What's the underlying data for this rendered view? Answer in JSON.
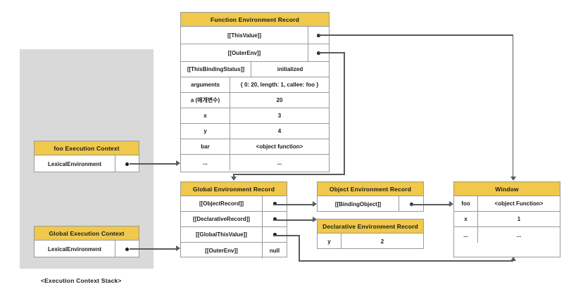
{
  "diagram": {
    "caption": "<Execution Context Stack>",
    "colors": {
      "header": "#EFC84C",
      "panel": "#D9D9D9",
      "border": "#9A9A9A",
      "line": "#555B5E",
      "text": "#1A1A1A"
    }
  },
  "function_environment_record": {
    "title": "Function Environment Record",
    "rows": [
      {
        "key": "[[ThisValue]]",
        "value": "",
        "pointer": true
      },
      {
        "key": "[[OuterEnv]]",
        "value": "",
        "pointer": true
      },
      {
        "key": "[[ThisBindingStatus]]",
        "value": "initialized",
        "pointer": false
      },
      {
        "key": "arguments",
        "value": "{ 0: 20, length: 1, callee: foo }",
        "pointer": false
      },
      {
        "key": "a (매개변수)",
        "value": "20",
        "pointer": false
      },
      {
        "key": "x",
        "value": "3",
        "pointer": false
      },
      {
        "key": "y",
        "value": "4",
        "pointer": false
      },
      {
        "key": "bar",
        "value": "<object function>",
        "pointer": false
      },
      {
        "key": "...",
        "value": "...",
        "pointer": false
      }
    ]
  },
  "global_environment_record": {
    "title": "Global Environment Record",
    "rows": [
      {
        "key": "[[ObjectRecord]]",
        "value": "",
        "pointer": true
      },
      {
        "key": "[[DeclarativeRecord]]",
        "value": "",
        "pointer": true
      },
      {
        "key": "[[GlobalThisValue]]",
        "value": "",
        "pointer": true
      },
      {
        "key": "[[OuterEnv]]",
        "value": "null",
        "pointer": false
      }
    ]
  },
  "object_environment_record": {
    "title": "Object Environment Record",
    "rows": [
      {
        "key": "[[BindingObject]]",
        "value": "",
        "pointer": true
      }
    ]
  },
  "declarative_environment_record": {
    "title": "Declarative Environment Record",
    "rows": [
      {
        "key": "y",
        "value": "2",
        "pointer": false
      }
    ]
  },
  "window_object": {
    "title": "Window",
    "rows": [
      {
        "key": "foo",
        "value": "<object Function>",
        "pointer": false
      },
      {
        "key": "x",
        "value": "1",
        "pointer": false
      },
      {
        "key": "...",
        "value": "...",
        "pointer": false
      }
    ]
  },
  "execution_context_stack": {
    "frames": [
      {
        "title": "foo Execution Context",
        "rows": [
          {
            "key": "LexicalEnvironment",
            "value": "",
            "pointer": true
          }
        ]
      },
      {
        "title": "Global Execution Context",
        "rows": [
          {
            "key": "LexicalEnvironment",
            "value": "",
            "pointer": true
          }
        ]
      }
    ]
  }
}
